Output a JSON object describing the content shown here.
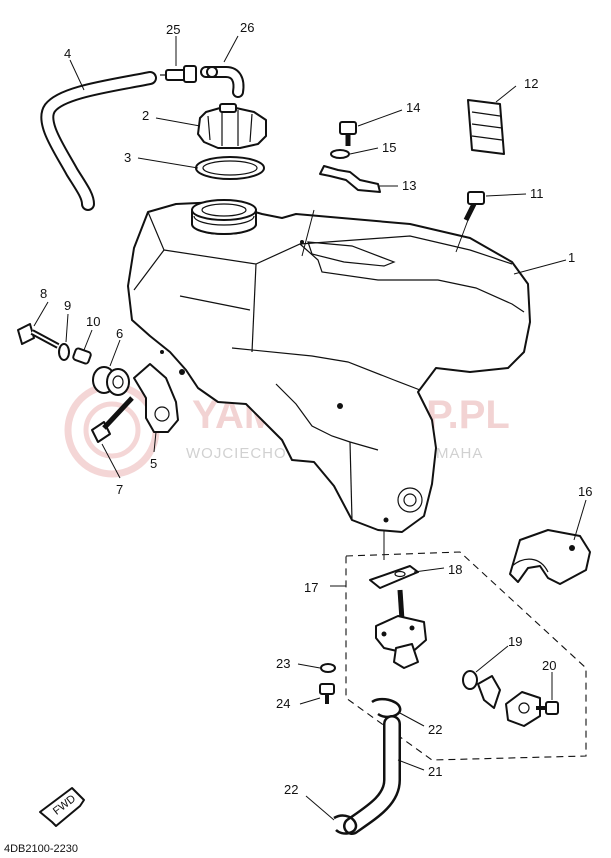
{
  "watermark": {
    "brand": "YAMA-SKLEP.PL",
    "tagline": "WOJCIECHOWICZ | DEALER YAMAHA"
  },
  "diagram_code": "4DB2100-2230",
  "fwd_label": "FWD",
  "callouts": [
    {
      "id": "c25",
      "text": "25"
    },
    {
      "id": "c26",
      "text": "26"
    },
    {
      "id": "c4",
      "text": "4"
    },
    {
      "id": "c2",
      "text": "2"
    },
    {
      "id": "c3",
      "text": "3"
    },
    {
      "id": "c14",
      "text": "14"
    },
    {
      "id": "c15",
      "text": "15"
    },
    {
      "id": "c12",
      "text": "12"
    },
    {
      "id": "c13",
      "text": "13"
    },
    {
      "id": "c11",
      "text": "11"
    },
    {
      "id": "c1",
      "text": "1"
    },
    {
      "id": "c8",
      "text": "8"
    },
    {
      "id": "c9",
      "text": "9"
    },
    {
      "id": "c10",
      "text": "10"
    },
    {
      "id": "c6",
      "text": "6"
    },
    {
      "id": "c5",
      "text": "5"
    },
    {
      "id": "c7",
      "text": "7"
    },
    {
      "id": "c16",
      "text": "16"
    },
    {
      "id": "c17",
      "text": "17"
    },
    {
      "id": "c18",
      "text": "18"
    },
    {
      "id": "c19",
      "text": "19"
    },
    {
      "id": "c20",
      "text": "20"
    },
    {
      "id": "c23",
      "text": "23"
    },
    {
      "id": "c24",
      "text": "24"
    },
    {
      "id": "c22a",
      "text": "22"
    },
    {
      "id": "c21",
      "text": "21"
    },
    {
      "id": "c22b",
      "text": "22"
    }
  ]
}
